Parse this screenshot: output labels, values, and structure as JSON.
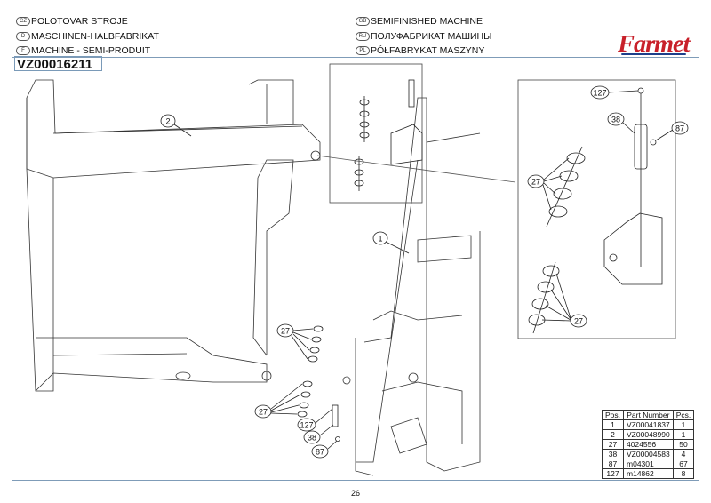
{
  "header": {
    "titles": [
      {
        "lang": "CZ",
        "text": "POLOTOVAR STROJE"
      },
      {
        "lang": "D",
        "text": "MASCHINEN-HALBFABRIKAT"
      },
      {
        "lang": "F",
        "text": "MACHINE - SEMI-PRODUIT"
      },
      {
        "lang": "GB",
        "text": "SEMIFINISHED MACHINE"
      },
      {
        "lang": "RU",
        "text": "ПОЛУФАБРИКАТ МАШИНЫ"
      },
      {
        "lang": "PL",
        "text": "PÓŁFABRYKAT MASZYNY"
      }
    ],
    "part_code": "VZ00016211",
    "logo": "Farmet",
    "logo_colors": {
      "text": "#c8202a",
      "underline": "#1d3f8a"
    }
  },
  "callouts": {
    "main": [
      "2",
      "1",
      "27",
      "27",
      "127",
      "38",
      "87"
    ],
    "detail": [
      "127",
      "38",
      "87",
      "27",
      "27"
    ]
  },
  "parts_table": {
    "headers": [
      "Pos.",
      "Part Number",
      "Pcs."
    ],
    "rows": [
      [
        "1",
        "VZ00041837",
        "1"
      ],
      [
        "2",
        "VZ00048990",
        "1"
      ],
      [
        "27",
        "4024556",
        "50"
      ],
      [
        "38",
        "VZ00004583",
        "4"
      ],
      [
        "87",
        "m04301",
        "67"
      ],
      [
        "127",
        "m14862",
        "8"
      ]
    ]
  },
  "footer": {
    "page_number": "26"
  }
}
